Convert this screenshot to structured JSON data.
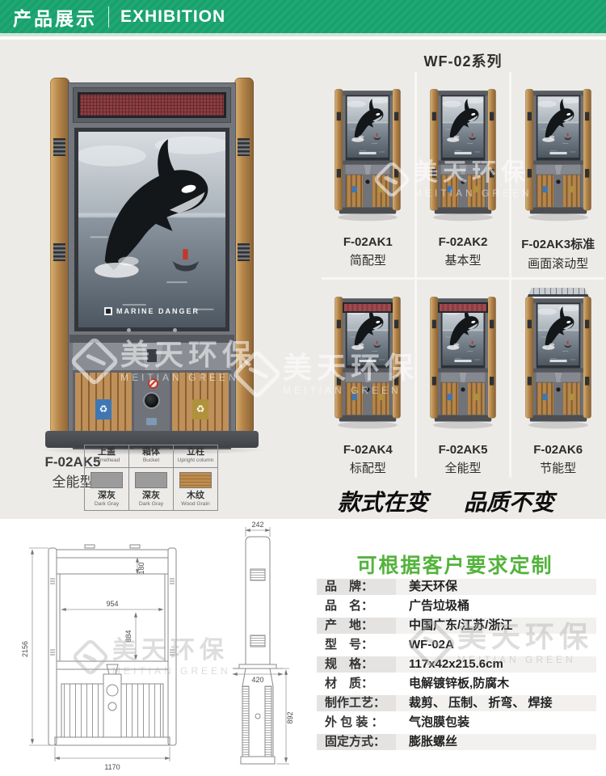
{
  "header": {
    "title_cn": "产品展示",
    "title_en": "EXHIBITION"
  },
  "series_title": "WF-02系列",
  "featured": {
    "model": "F-02AK5",
    "type": "全能型",
    "poster_brand": "MARINE DANGER"
  },
  "legend": {
    "columns": [
      {
        "part_cn": "上盖",
        "part_en": "Barrelhead",
        "color_cn": "深灰",
        "color_en": "Dark Gray"
      },
      {
        "part_cn": "箱体",
        "part_en": "Bucket",
        "color_cn": "深灰",
        "color_en": "Dark Gray"
      },
      {
        "part_cn": "立柱",
        "part_en": "Upright column",
        "color_cn": "木纹",
        "color_en": "Wood Grain"
      }
    ]
  },
  "grid": {
    "items": [
      {
        "model": "F-02AK1",
        "type": "简配型"
      },
      {
        "model": "F-02AK2",
        "type": "基本型"
      },
      {
        "model": "F-02AK3标准",
        "type": "画面滚动型"
      },
      {
        "model": "F-02AK4",
        "type": "标配型"
      },
      {
        "model": "F-02AK5",
        "type": "全能型"
      },
      {
        "model": "F-02AK6",
        "type": "节能型"
      }
    ]
  },
  "slogan": {
    "left": "款式在变",
    "right": "品质不变"
  },
  "custom_note": "可根据客户要求定制",
  "specs": {
    "rows": [
      {
        "label": "品　牌：",
        "value": "美天环保"
      },
      {
        "label": "品　名：",
        "value": "广告垃圾桶"
      },
      {
        "label": "产　地：",
        "value": "中国广东/江苏/浙江"
      },
      {
        "label": "型　号：",
        "value": "WF-02A"
      },
      {
        "label": "规　格：",
        "value": "117x42x215.6cm"
      },
      {
        "label": "材　质：",
        "value": "电解镀锌板,防腐木"
      },
      {
        "label": "制作工艺：",
        "value": "裁剪、 压制、 折弯、 焊接"
      },
      {
        "label": "外 包 装 ：",
        "value": "气泡膜包装"
      },
      {
        "label": "固定方式：",
        "value": "膨胀螺丝"
      }
    ]
  },
  "drawings": {
    "front": {
      "total_height": "2156",
      "led_height": "180",
      "poster_width": "954",
      "poster_height": "884",
      "total_width": "1170"
    },
    "side": {
      "top_depth": "242",
      "flange_width": "420",
      "bin_height": "892"
    }
  },
  "watermark": {
    "cn": "美天环保",
    "en": "MEITIAN GREEN"
  },
  "colors": {
    "header_green": "#17a26d",
    "accent_green": "#54b33c",
    "wood": "#b8874b",
    "dark_gray": "#9b9b9b",
    "led_red": "#8e3d43"
  }
}
